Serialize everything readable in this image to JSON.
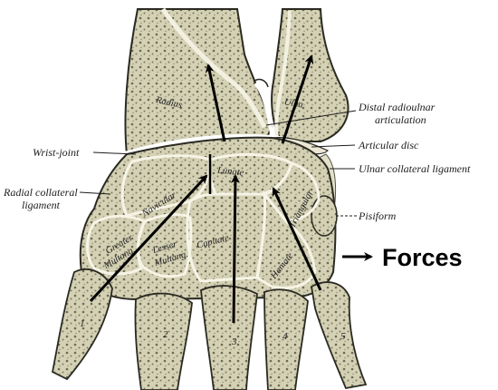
{
  "labels": {
    "radius": "Radius",
    "ulna": "Ulna",
    "distal_radioulnar": [
      "Distal radioulnar",
      "articulation"
    ],
    "wrist_joint": "Wrist-joint",
    "articular_disc": "Articular disc",
    "ulnar_collateral": "Ulnar collateral ligament",
    "radial_collateral": [
      "Radial collateral",
      "ligament"
    ],
    "pisiform": "Pisiform",
    "lunate": "Lunate",
    "navicular": "Navicular",
    "triangular": "Triangular",
    "capitate": "Capitate",
    "hamate": "Hamate",
    "greater_multangular": [
      "Greater",
      "Multang."
    ],
    "lesser_multangular": [
      "Lesser",
      "Multang."
    ]
  },
  "metacarpal_numbers": [
    "1",
    "2",
    "3",
    "4",
    "5"
  ],
  "legend": {
    "label": "Forces"
  },
  "colors": {
    "bone": "#d2cfb0",
    "bone_dark": "#3a3a2e",
    "line": "#1c1c1c",
    "arrow": "#000000"
  }
}
